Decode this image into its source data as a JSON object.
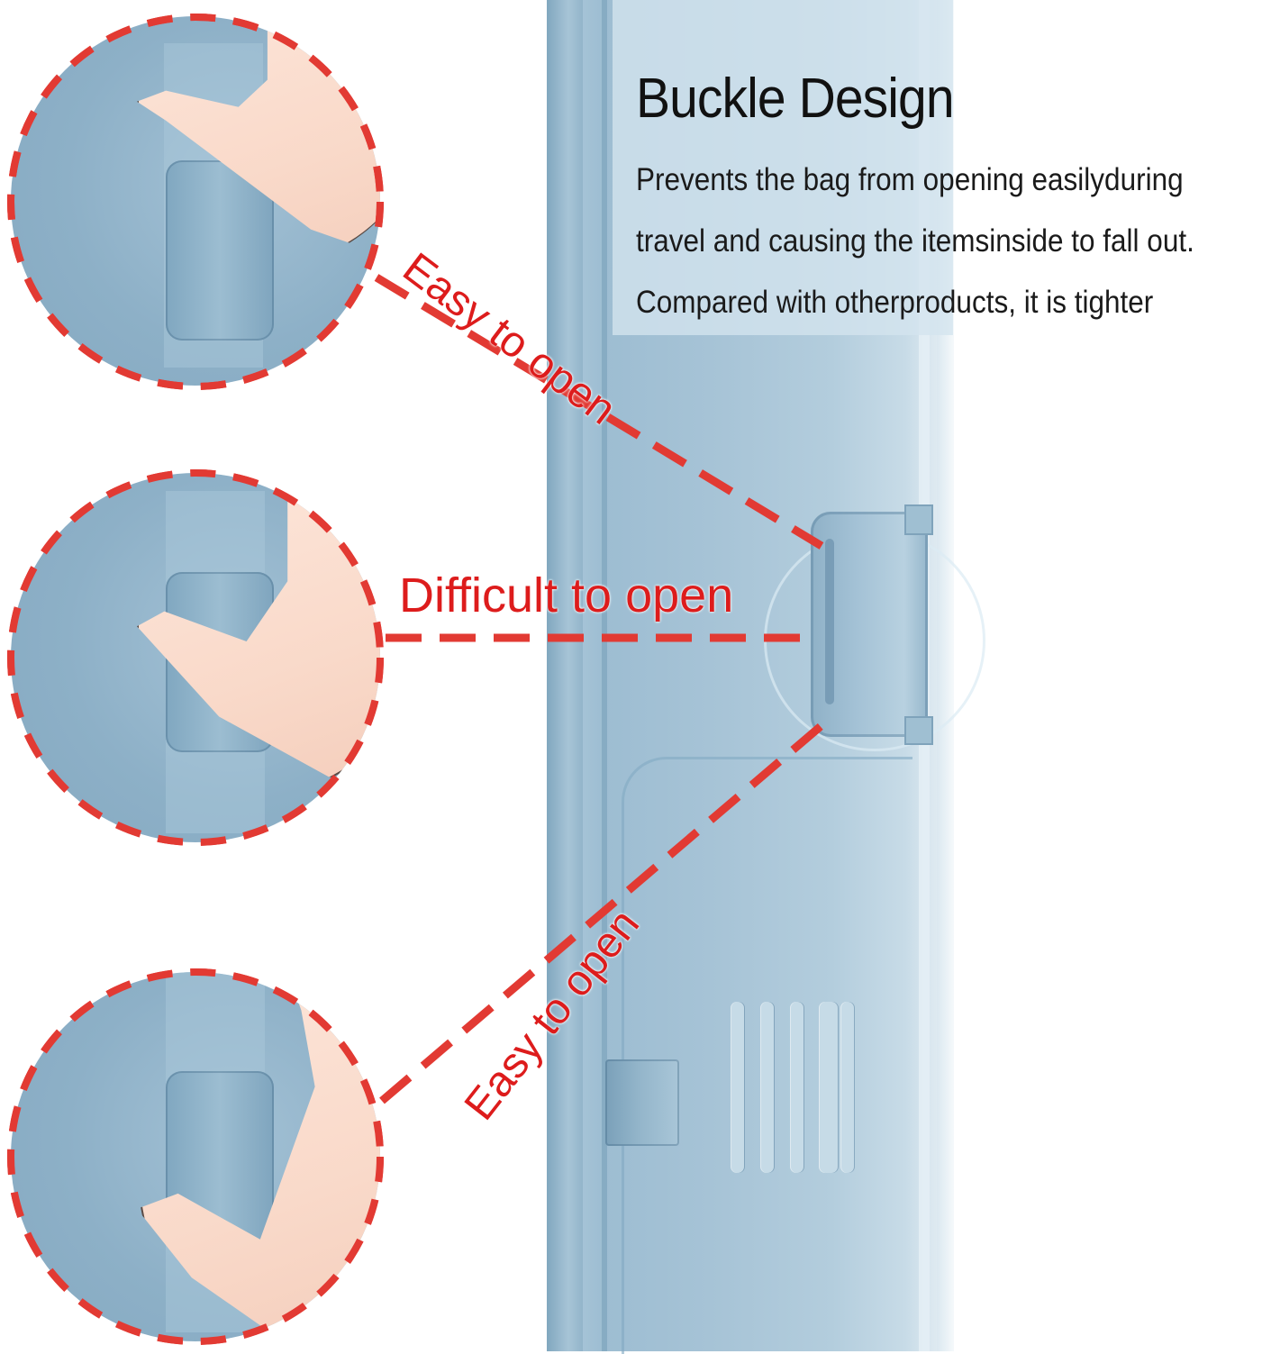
{
  "infographic": {
    "headline": "Buckle Design",
    "body_lines": [
      "Prevents the bag from opening easilyduring",
      "travel and causing the itemsinside to fall out.",
      "Compared with otherproducts, it is tighter"
    ],
    "callouts": [
      {
        "label": "Easy to open",
        "position": "top",
        "icon": "thumb-pull-from-top-icon"
      },
      {
        "label": "Difficult to open",
        "position": "middle",
        "icon": "thumb-pull-from-middle-icon"
      },
      {
        "label": "Easy to open",
        "position": "bottom",
        "icon": "thumb-pull-from-bottom-icon"
      }
    ],
    "colors": {
      "accent_red": "#dd1c1c",
      "dash_red": "#e23a33",
      "product_blue": "#9dbdd2",
      "skin": "#f9d9c9",
      "text": "#111111",
      "background": "#ffffff"
    }
  }
}
